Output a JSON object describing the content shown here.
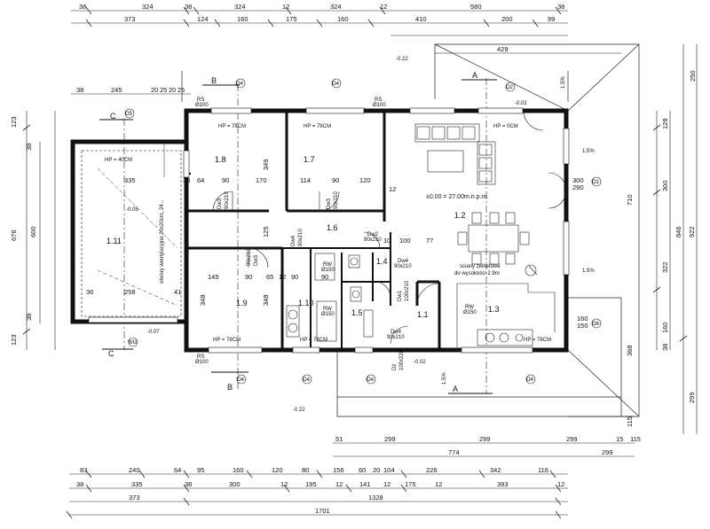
{
  "colors": {
    "wall": "#111111",
    "line": "#222222",
    "paper": "#ffffff"
  },
  "rooms": [
    {
      "id": "r18",
      "label": "1.8"
    },
    {
      "id": "r17",
      "label": "1.7"
    },
    {
      "id": "r16",
      "label": "1.6"
    },
    {
      "id": "r12",
      "label": "1.2"
    },
    {
      "id": "r111",
      "label": "1.11"
    },
    {
      "id": "r19",
      "label": "1.9"
    },
    {
      "id": "r110",
      "label": "1.10"
    },
    {
      "id": "r15",
      "label": "1.5"
    },
    {
      "id": "r14",
      "label": "1.4"
    },
    {
      "id": "r11",
      "label": "1.1"
    },
    {
      "id": "r13",
      "label": "1.3"
    }
  ],
  "section_marks": {
    "a": "A",
    "b": "B",
    "c": "C"
  },
  "notes": {
    "level": "±0.00 = 27.00m.n.p.m.",
    "walls_1": "ściany żelbetowe",
    "walls_2": "do wysokości 2.9m",
    "wardrobe": "otwory wentylacyjne 20x20cm, 24...",
    "hp78": "HP = 78CM",
    "hp40": "HP = 40CM",
    "hp0": "HP = 0CM",
    "rs": "RS",
    "rs_d": "Ø100",
    "rw": "RW",
    "rw_d": "Ø150",
    "wg": "WG"
  },
  "markers": {
    "o1": "O1",
    "o2": "O2",
    "o4": "O4",
    "o5": "O5",
    "o6": "O6"
  },
  "doors": {
    "dw2": "Dw2",
    "dw2_s": "90x210",
    "dw3": "Dw3",
    "dw3_s": "90x210",
    "dw4": "Dw4",
    "dw4_s": "90x210",
    "dw1": "Dw1",
    "dw1_s": "100x210",
    "dz": "Dz",
    "dz_s": "100x228"
  },
  "levels": {
    "m002": "-0.02",
    "m022": "-0.22",
    "m005": "-0.05",
    "m007": "-0.07"
  },
  "slopes": {
    "s15": "1.5%"
  },
  "top_dims": {
    "row1": [
      "38",
      "324",
      "38",
      "324",
      "12",
      "324",
      "12",
      "580",
      "38"
    ],
    "row2": [
      "373",
      "124",
      "160",
      "175",
      "160",
      "410",
      "200",
      "99"
    ],
    "row3": [
      "429"
    ],
    "row4": [
      "38",
      "245",
      "20",
      "25",
      "20",
      "25"
    ]
  },
  "bottom_dims": {
    "row1": [
      "83",
      "240",
      "64",
      "95",
      "160",
      "120",
      "80",
      "156",
      "60",
      "20",
      "104",
      "226",
      "342",
      "116"
    ],
    "row2": [
      "38",
      "335",
      "38",
      "300",
      "12",
      "195",
      "12",
      "141",
      "12",
      "175",
      "12",
      "393",
      "12"
    ],
    "row3": [
      "373",
      "1328"
    ],
    "row4": [
      "1701"
    ],
    "terrace": [
      "51",
      "299",
      "299",
      "299",
      "15",
      "115"
    ],
    "terrace2": [
      "774",
      "299"
    ]
  },
  "left_dims": [
    "123",
    "38",
    "676",
    "600",
    "38",
    "123"
  ],
  "right_dims": [
    "250",
    "128",
    "300",
    "322",
    "160",
    "38",
    "710",
    "846",
    "922",
    "368",
    "115",
    "299"
  ],
  "interior_dims": [
    "335",
    "38",
    "64",
    "90",
    "170",
    "114",
    "90",
    "120",
    "12",
    "145",
    "90",
    "65",
    "12",
    "90",
    "90",
    "348",
    "348",
    "349",
    "125",
    "258",
    "36",
    "41",
    "10",
    "100",
    "77",
    "300",
    "290",
    "160",
    "150"
  ]
}
